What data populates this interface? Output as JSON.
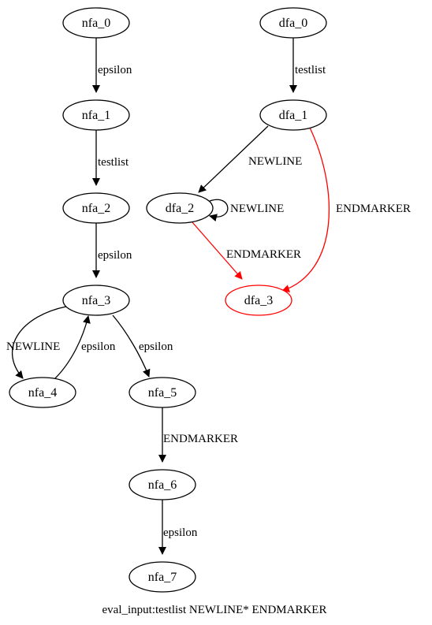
{
  "caption": "eval_input:testlist NEWLINE* ENDMARKER",
  "colors": {
    "default": "#000000",
    "accepting": "#ff0000"
  },
  "nodes": [
    {
      "id": "nfa_0",
      "label": "nfa_0"
    },
    {
      "id": "nfa_1",
      "label": "nfa_1"
    },
    {
      "id": "nfa_2",
      "label": "nfa_2"
    },
    {
      "id": "nfa_3",
      "label": "nfa_3"
    },
    {
      "id": "nfa_4",
      "label": "nfa_4"
    },
    {
      "id": "nfa_5",
      "label": "nfa_5"
    },
    {
      "id": "nfa_6",
      "label": "nfa_6"
    },
    {
      "id": "nfa_7",
      "label": "nfa_7"
    },
    {
      "id": "dfa_0",
      "label": "dfa_0"
    },
    {
      "id": "dfa_1",
      "label": "dfa_1"
    },
    {
      "id": "dfa_2",
      "label": "dfa_2"
    },
    {
      "id": "dfa_3",
      "label": "dfa_3",
      "accepting": true
    }
  ],
  "edges": [
    {
      "id": "e0",
      "from": "nfa_0",
      "to": "nfa_1",
      "label": "epsilon"
    },
    {
      "id": "e1",
      "from": "nfa_1",
      "to": "nfa_2",
      "label": "testlist"
    },
    {
      "id": "e2",
      "from": "nfa_2",
      "to": "nfa_3",
      "label": "epsilon"
    },
    {
      "id": "e3",
      "from": "nfa_3",
      "to": "nfa_4",
      "label": "NEWLINE"
    },
    {
      "id": "e4",
      "from": "nfa_4",
      "to": "nfa_3",
      "label": "epsilon"
    },
    {
      "id": "e5",
      "from": "nfa_3",
      "to": "nfa_5",
      "label": "epsilon"
    },
    {
      "id": "e6",
      "from": "nfa_5",
      "to": "nfa_6",
      "label": "ENDMARKER"
    },
    {
      "id": "e7",
      "from": "nfa_6",
      "to": "nfa_7",
      "label": "epsilon"
    },
    {
      "id": "e8",
      "from": "dfa_0",
      "to": "dfa_1",
      "label": "testlist"
    },
    {
      "id": "e9",
      "from": "dfa_1",
      "to": "dfa_2",
      "label": "NEWLINE"
    },
    {
      "id": "e10",
      "from": "dfa_1",
      "to": "dfa_3",
      "label": "ENDMARKER",
      "accepting": true
    },
    {
      "id": "e11",
      "from": "dfa_2",
      "to": "dfa_2",
      "label": "NEWLINE"
    },
    {
      "id": "e12",
      "from": "dfa_2",
      "to": "dfa_3",
      "label": "ENDMARKER",
      "accepting": true
    }
  ]
}
